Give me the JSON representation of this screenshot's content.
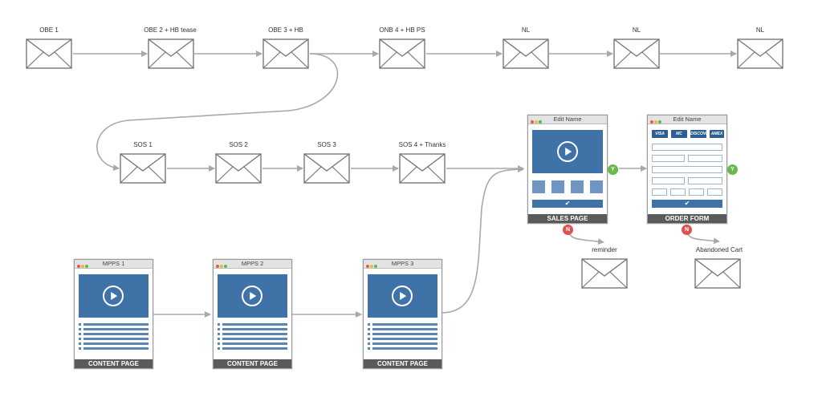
{
  "emails_row1": [
    "OBE 1",
    "OBE 2 + HB tease",
    "OBE 3 + HB",
    "ONB 4 + HB PS",
    "NL",
    "NL",
    "NL"
  ],
  "emails_row2": [
    "SOS 1",
    "SOS 2",
    "SOS 3",
    "SOS 4 + Thanks"
  ],
  "content_pages": [
    {
      "title": "MPPS 1",
      "footer": "CONTENT PAGE"
    },
    {
      "title": "MPPS 2",
      "footer": "CONTENT PAGE"
    },
    {
      "title": "MPPS 3",
      "footer": "CONTENT PAGE"
    }
  ],
  "sales_page": {
    "title": "Edit Name",
    "footer": "SALES PAGE",
    "button": "✔"
  },
  "order_form": {
    "title": "Edit Name",
    "footer": "ORDER FORM",
    "button": "✔",
    "cards": [
      "VISA",
      "MC",
      "DISCOVER",
      "AMEX"
    ]
  },
  "decisions": {
    "yes": "Y",
    "no": "N"
  },
  "followups": {
    "reminder": "reminder",
    "abandoned": "Abandoned Cart"
  },
  "colors": {
    "accent": "#3f72a6",
    "footer": "#5a5a5a",
    "yes": "#6cb84f",
    "no": "#d9534f",
    "line": "#a8a8a8"
  },
  "icons": {
    "email": "envelope-icon",
    "video": "play-icon"
  }
}
